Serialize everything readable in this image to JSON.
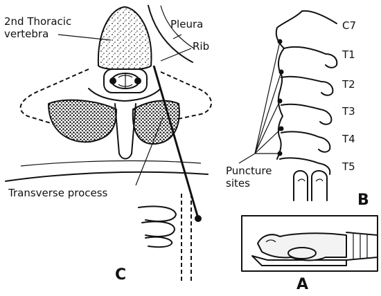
{
  "panel_c": {
    "labels": {
      "vertebra_line1": "2nd Thoracic",
      "vertebra_line2": "vertebra",
      "pleura": "Pleura",
      "rib": "Rib",
      "transverse_process": "Transverse process"
    },
    "panel_letter": "C"
  },
  "panel_b": {
    "levels": [
      "C7",
      "T1",
      "T2",
      "T3",
      "T4",
      "T5"
    ],
    "caption_line1": "Puncture",
    "caption_line2": "sites",
    "panel_letter": "B"
  },
  "panel_a": {
    "panel_letter": "A"
  }
}
